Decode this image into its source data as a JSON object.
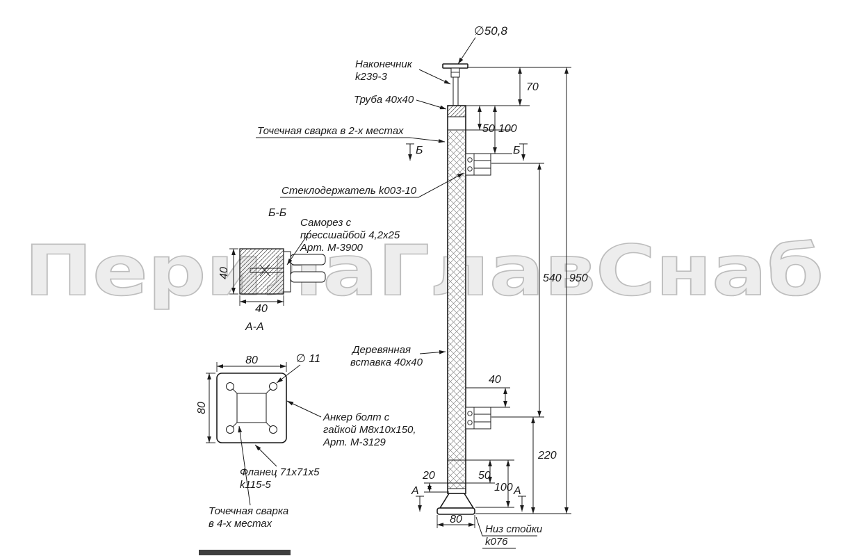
{
  "watermark": "ПерилаГлавСнаб",
  "callouts": {
    "dia_top": "∅50,8",
    "tip_line1": "Наконечник",
    "tip_line2": "k239-3",
    "tube": "Труба 40х40",
    "spot_weld_2": "Точечная сварка в 2-х местах",
    "glass_holder": "Стеклодержатель k003-10",
    "section_bb": "Б-Б",
    "screw_line1": "Саморез с",
    "screw_line2": "прессшайбой 4,2х25",
    "screw_line3": "Арт. М-3900",
    "section_aa": "А-А",
    "wood_line1": "Деревянная",
    "wood_line2": "вставка 40х40",
    "dia_hole": "∅ 11",
    "anchor_line1": "Анкер болт с",
    "anchor_line2": "гайкой М8х10х150,",
    "anchor_line3": "Арт. М-3129",
    "flange_line1": "Фланец 71х71х5",
    "flange_line2": "k115-5",
    "spot_weld_4_line1": "Точечная сварка",
    "spot_weld_4_line2": "в 4-х местах",
    "bottom_line1": "Низ стойки",
    "bottom_line2": "k076"
  },
  "dims": {
    "h70": "70",
    "h100_top": "100",
    "h50_top": "50",
    "h540": "540",
    "h950": "950",
    "h40_holder": "40",
    "h220": "220",
    "h50_bottom": "50",
    "h100_bottom": "100",
    "h20": "20",
    "w80_base": "80",
    "bb_w40": "40",
    "bb_h40": "40",
    "aa_w80": "80",
    "aa_h80": "80",
    "mark_b": "Б",
    "mark_a": "А"
  }
}
